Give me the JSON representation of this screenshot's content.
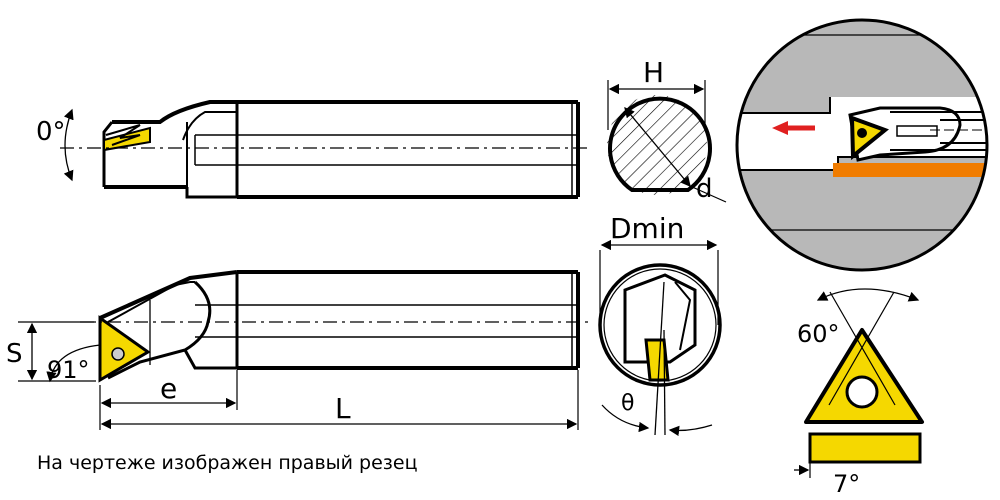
{
  "labels": {
    "rake_angle": "0°",
    "shank_width": "H",
    "bar_diameter": "d",
    "min_bore_diameter": "Dmin",
    "edge_height": "S",
    "approach_angle": "91°",
    "offset": "e",
    "length": "L",
    "clearance_angle": "θ",
    "insert_angle": "60°",
    "insert_relief": "7°"
  },
  "caption": "На чертеже изображен правый резец",
  "colors": {
    "insert": "#f5d800",
    "chip_guard": "#f07c00",
    "arrow": "#e02020",
    "detail_fill": "#b8b8b8",
    "line": "#000000"
  }
}
